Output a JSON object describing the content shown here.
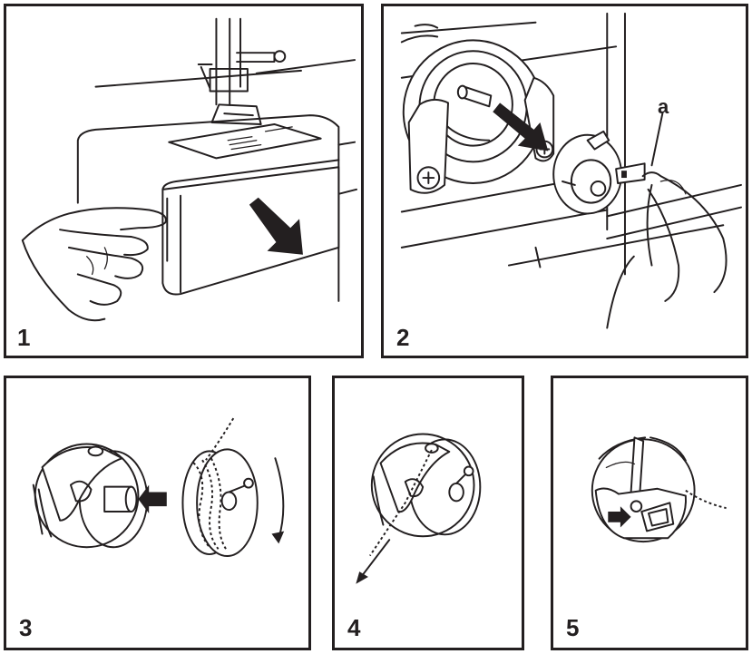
{
  "panels": [
    {
      "number": "1"
    },
    {
      "number": "2",
      "callout": "a"
    },
    {
      "number": "3"
    },
    {
      "number": "4"
    },
    {
      "number": "5"
    }
  ],
  "colors": {
    "line": "#231f20",
    "background": "#ffffff"
  }
}
